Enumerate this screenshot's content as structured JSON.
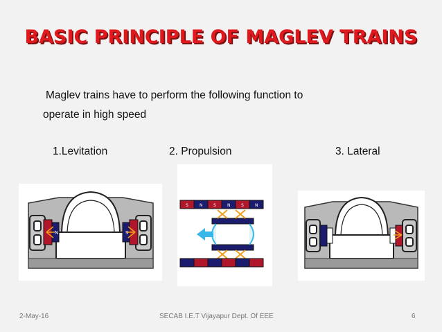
{
  "slide": {
    "title": "BASIC PRINCIPLE OF MAGLEV TRAINS",
    "line1": "Maglev trains have to perform the following function to",
    "line2": "operate in high speed",
    "functions": [
      "1.Levitation",
      "2. Propulsion",
      "3. Lateral"
    ]
  },
  "footer": {
    "date": "2-May-16",
    "center": "SECAB I.E.T Vijayapur Dept. Of EEE",
    "page": "6"
  },
  "diagrams": {
    "propulsion_magnet_letters": [
      "S",
      "N",
      "S",
      "N",
      "S",
      "N"
    ],
    "levitation_magnet_letters": [
      "N",
      "S"
    ]
  },
  "colors": {
    "title": "#e0191e",
    "magnet_red": "#b0172a",
    "magnet_navy": "#1c1c6e",
    "frame_gray": "#a8a8a8",
    "arrow_orange": "#f0a020",
    "arrow_cyan": "#38b8e8"
  }
}
